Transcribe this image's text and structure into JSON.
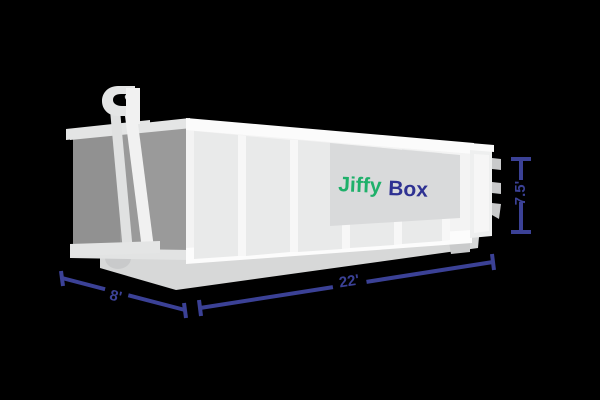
{
  "scene": {
    "name": "roll-off-dumpster-diagram",
    "background_color": "#000000",
    "subject": "roll-off dumpster container",
    "view": "three-quarter perspective from rear left"
  },
  "logo": {
    "word_1": "Jiffy",
    "word_2": "Box",
    "word_1_color": "#1eb06a",
    "word_2_color": "#2e3192",
    "panel_color": "#d9dadb"
  },
  "dimensions": {
    "length": {
      "label": "22'",
      "name": "length-dimension",
      "color": "#3b4196"
    },
    "width": {
      "label": "8'",
      "name": "width-dimension",
      "color": "#3b4196"
    },
    "height": {
      "label": "7.5'",
      "name": "height-dimension",
      "color": "#3b4196"
    }
  },
  "container": {
    "body_color": "#f3f3f3",
    "panel_color": "#e9eaea",
    "interior_color": "#9a9a9a",
    "interior_dark_color": "#8d8d8d",
    "rail_color": "#fafafa",
    "shadow_color": "#d7d8d8",
    "hook_arm_color": "#ededed",
    "wheel_color": "#c9cacb",
    "rib_count": 6,
    "hinge_count": 3
  }
}
